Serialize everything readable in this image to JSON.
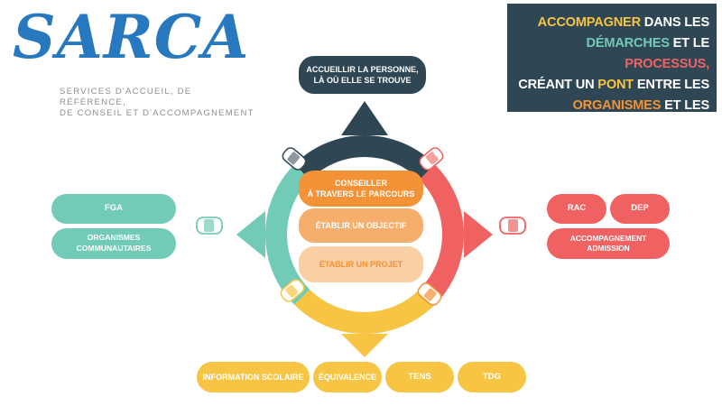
{
  "logo": {
    "wordmark": "SARCA",
    "subtitle_line1": "SERVICES D'ACCUEIL, DE RÉFÉRENCE,",
    "subtitle_line2": "DE CONSEIL ET D'ACCOMPAGNEMENT"
  },
  "banner": {
    "w1": "ACCOMPAGNER",
    "w2": "DANS LES",
    "w3": "DÉMARCHES",
    "w4": "ET LE",
    "w5": "PROCESSUS,",
    "w6": "CRÉANT UN",
    "w7": "PONT",
    "w8": "ENTRE LES",
    "w9": "ORGANISMES",
    "w10": "ET LES SERVICES."
  },
  "top_node": {
    "line1": "ACCUEILLIR LA PERSONNE,",
    "line2": "LÀ OÙ ELLE SE TROUVE"
  },
  "center": {
    "conseiller_line1": "CONSEILLER",
    "conseiller_line2": "À TRAVERS LE PARCOURS",
    "objectif": "ÉTABLIR UN OBJECTIF",
    "projet": "ÉTABLIR UN PROJET"
  },
  "left": {
    "fga": "FGA",
    "organismes": "ORGANISMES COMMUNAUTAIRES"
  },
  "right": {
    "rac": "RAC",
    "dep": "DEP",
    "admission": "ACCOMPAGNEMENT ADMISSION"
  },
  "bottom": {
    "info": "INFORMATION SCOLAIRE",
    "equivalence": "ÉQUIVALENCE",
    "tens": "TENS",
    "tdg": "TDG"
  },
  "colors": {
    "navy": "#2f4654",
    "teal": "#72cbb7",
    "red": "#f06262",
    "yellow": "#f7c543",
    "orange": "#f39237",
    "orange_mid": "#f6ae6c",
    "orange_light": "#f9cfa3",
    "blue": "#2778bf"
  }
}
